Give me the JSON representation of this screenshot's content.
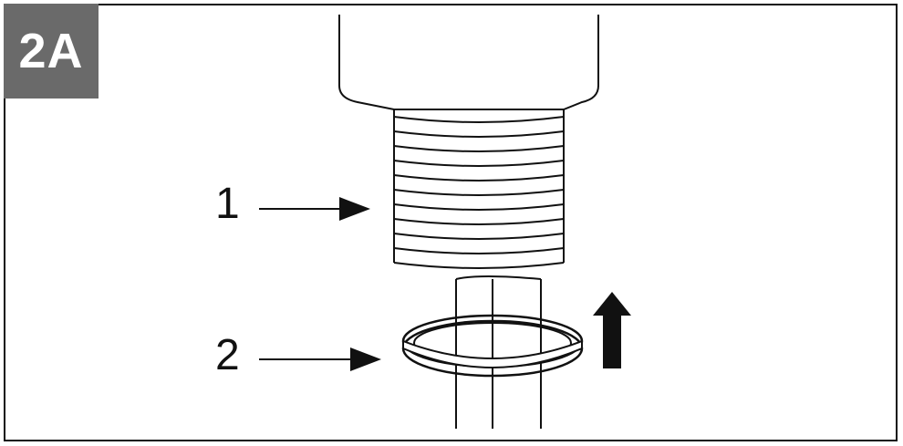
{
  "figure": {
    "step_label": "2A",
    "callouts": [
      {
        "number": "1"
      },
      {
        "number": "2"
      }
    ]
  }
}
